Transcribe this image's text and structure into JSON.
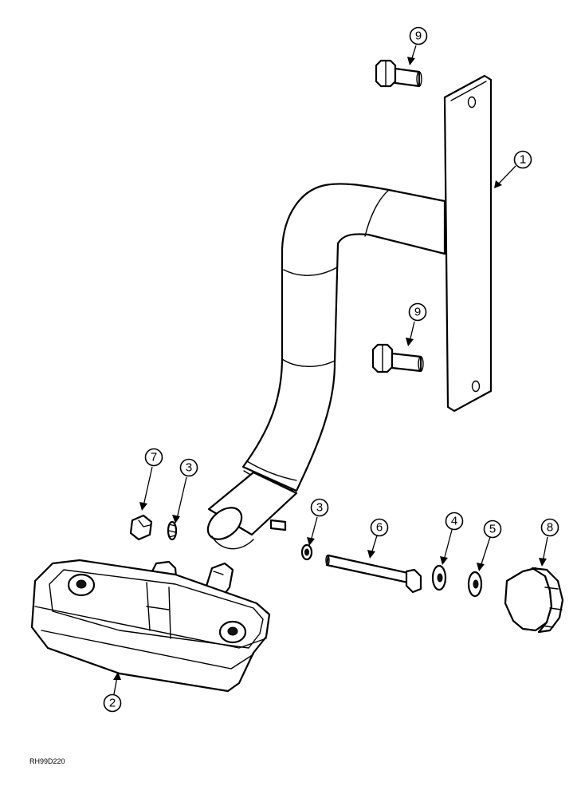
{
  "callouts": [
    "1",
    "2",
    "3",
    "3",
    "4",
    "5",
    "6",
    "7",
    "8",
    "9",
    "9"
  ],
  "reference_code": "RH99D220"
}
